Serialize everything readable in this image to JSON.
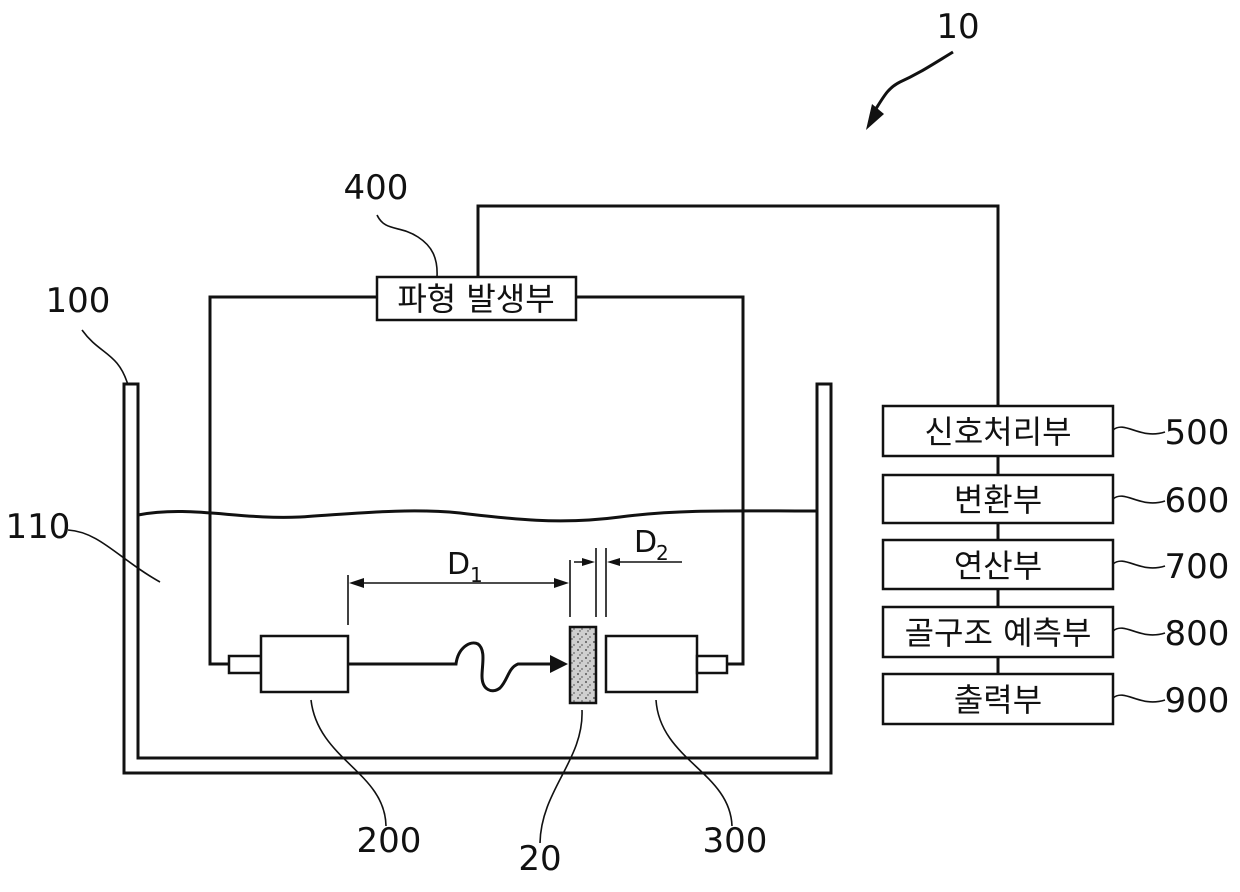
{
  "figure_ref": "10",
  "waveform_generator": {
    "ref": "400",
    "label": "파형 발생부"
  },
  "water_tank": {
    "ref": "100"
  },
  "water": {
    "ref": "110"
  },
  "transmitter": {
    "ref": "200"
  },
  "bone_sample": {
    "ref": "20"
  },
  "receiver": {
    "ref": "300"
  },
  "dimension_d1": {
    "main": "D",
    "sub": "1"
  },
  "dimension_d2": {
    "main": "D",
    "sub": "2"
  },
  "units": [
    {
      "ref": "500",
      "label": "신호처리부"
    },
    {
      "ref": "600",
      "label": "변환부"
    },
    {
      "ref": "700",
      "label": "연산부"
    },
    {
      "ref": "800",
      "label": "골구조 예측부"
    },
    {
      "ref": "900",
      "label": "출력부"
    }
  ],
  "colors": {
    "ink": "#111111",
    "background": "#ffffff",
    "sample_fill": "#b8b8b8"
  }
}
